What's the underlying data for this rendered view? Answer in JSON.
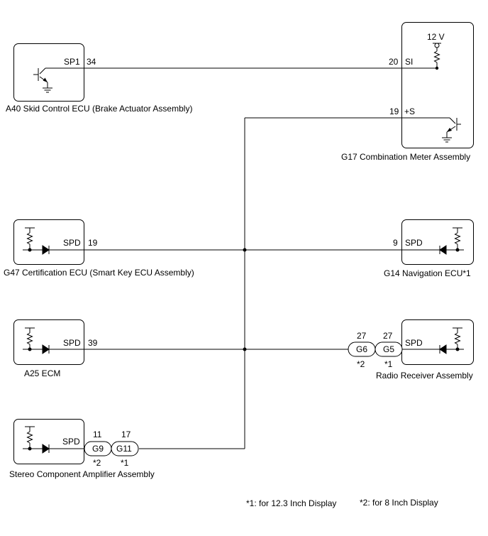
{
  "components": {
    "a40": {
      "label": "A40  Skid Control ECU (Brake Actuator Assembly)",
      "terminal": "SP1",
      "pin": "34"
    },
    "g17": {
      "label": "G17 Combination Meter Assembly",
      "supply": "12 V",
      "terminal_si": "SI",
      "pin_si": "20",
      "terminal_s": "+S",
      "pin_s": "19"
    },
    "g47": {
      "label": "G47 Certification ECU (Smart Key ECU Assembly)",
      "terminal": "SPD",
      "pin": "19"
    },
    "g14": {
      "label": "G14  Navigation ECU*1",
      "terminal": "SPD",
      "pin": "9"
    },
    "a25": {
      "label": "A25   ECM",
      "terminal": "SPD",
      "pin": "39"
    },
    "radio": {
      "label": "Radio Receiver Assembly",
      "terminal": "SPD"
    },
    "stereo": {
      "label": "Stereo Component Amplifier Assembly",
      "terminal": "SPD"
    }
  },
  "connectors": {
    "g6": {
      "name": "G6",
      "pin": "27",
      "note": "*2"
    },
    "g5": {
      "name": "G5",
      "pin": "27",
      "note": "*1"
    },
    "g9": {
      "name": "G9",
      "pin": "11",
      "note": "*2"
    },
    "g11": {
      "name": "G11",
      "pin": "17",
      "note": "*1"
    }
  },
  "footnotes": {
    "note1": "*1: for 12.3 Inch Display",
    "note2": "*2: for 8 Inch Display"
  }
}
